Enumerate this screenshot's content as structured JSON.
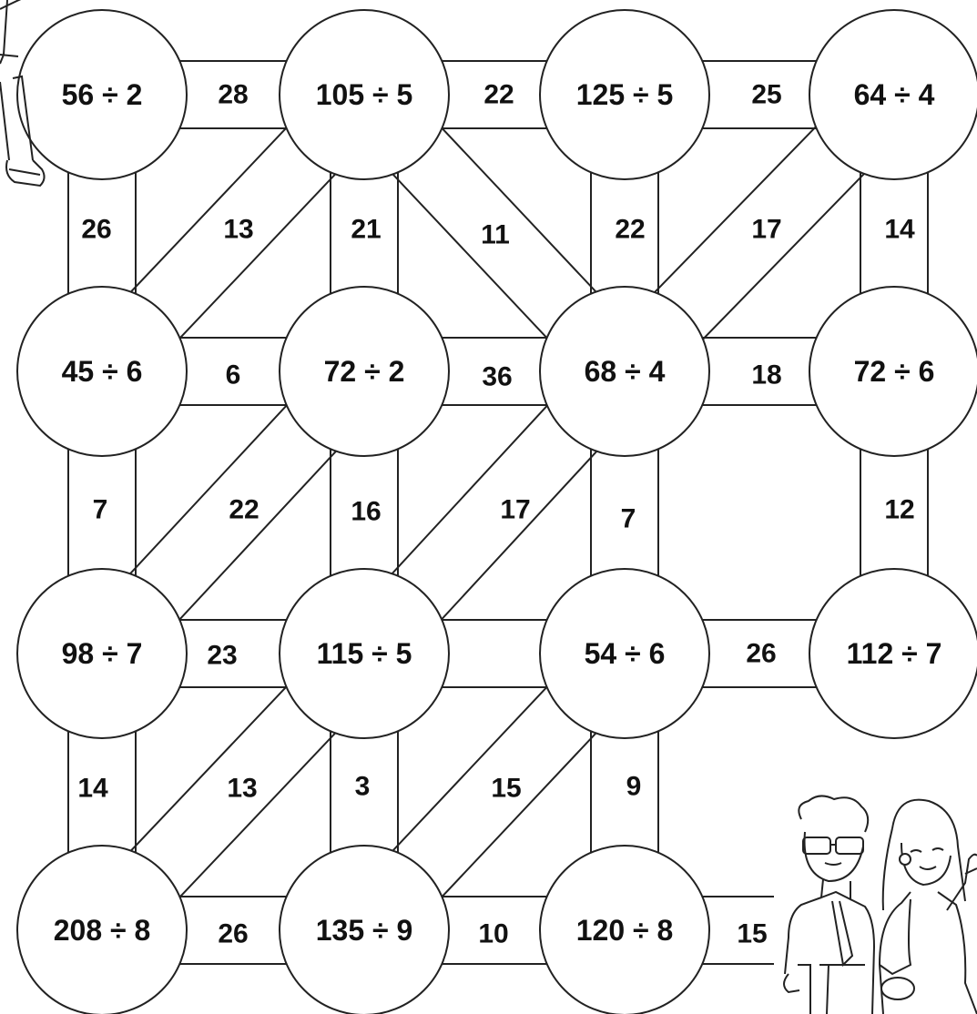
{
  "puzzle": {
    "nodes": [
      {
        "id": "r0c0",
        "label": "56 ÷ 2"
      },
      {
        "id": "r0c1",
        "label": "105 ÷ 5"
      },
      {
        "id": "r0c2",
        "label": "125 ÷ 5"
      },
      {
        "id": "r0c3",
        "label": "64 ÷ 4"
      },
      {
        "id": "r1c0",
        "label": "45 ÷ 6"
      },
      {
        "id": "r1c1",
        "label": "72 ÷ 2"
      },
      {
        "id": "r1c2",
        "label": "68 ÷ 4"
      },
      {
        "id": "r1c3",
        "label": "72 ÷ 6"
      },
      {
        "id": "r2c0",
        "label": "98 ÷ 7"
      },
      {
        "id": "r2c1",
        "label": "115 ÷ 5"
      },
      {
        "id": "r2c2",
        "label": "54 ÷ 6"
      },
      {
        "id": "r2c3",
        "label": "112 ÷ 7"
      },
      {
        "id": "r3c0",
        "label": "208 ÷ 8"
      },
      {
        "id": "r3c1",
        "label": "135 ÷ 9"
      },
      {
        "id": "r3c2",
        "label": "120 ÷ 8"
      }
    ],
    "paths": [
      {
        "from": "r0c0",
        "to": "r0c1",
        "label": "28"
      },
      {
        "from": "r0c1",
        "to": "r0c2",
        "label": "22"
      },
      {
        "from": "r0c2",
        "to": "r0c3",
        "label": "25"
      },
      {
        "from": "r0c0",
        "to": "r1c0",
        "label": "26"
      },
      {
        "from": "r0c1",
        "to": "r1c0",
        "label": "13"
      },
      {
        "from": "r0c1",
        "to": "r1c1",
        "label": "21"
      },
      {
        "from": "r0c1",
        "to": "r1c2",
        "label": "11"
      },
      {
        "from": "r0c2",
        "to": "r1c2",
        "label": "22"
      },
      {
        "from": "r0c3",
        "to": "r1c2",
        "label": "17"
      },
      {
        "from": "r0c3",
        "to": "r1c3",
        "label": "14"
      },
      {
        "from": "r1c0",
        "to": "r1c1",
        "label": "6"
      },
      {
        "from": "r1c1",
        "to": "r1c2",
        "label": "36"
      },
      {
        "from": "r1c2",
        "to": "r1c3",
        "label": "18"
      },
      {
        "from": "r1c0",
        "to": "r2c0",
        "label": "7"
      },
      {
        "from": "r1c1",
        "to": "r2c0",
        "label": "22"
      },
      {
        "from": "r1c1",
        "to": "r2c1",
        "label": "16"
      },
      {
        "from": "r1c2",
        "to": "r2c1",
        "label": "17"
      },
      {
        "from": "r1c2",
        "to": "r2c2",
        "label": "7"
      },
      {
        "from": "r1c3",
        "to": "r2c3",
        "label": "12"
      },
      {
        "from": "r2c0",
        "to": "r2c1",
        "label": "23"
      },
      {
        "from": "r2c1",
        "to": "r2c2",
        "label": ""
      },
      {
        "from": "r2c2",
        "to": "r2c3",
        "label": "26"
      },
      {
        "from": "r2c0",
        "to": "r3c0",
        "label": "14"
      },
      {
        "from": "r2c1",
        "to": "r3c0",
        "label": "13"
      },
      {
        "from": "r2c1",
        "to": "r3c1",
        "label": "3"
      },
      {
        "from": "r2c2",
        "to": "r3c1",
        "label": "15"
      },
      {
        "from": "r2c2",
        "to": "r3c2",
        "label": "9"
      },
      {
        "from": "r3c0",
        "to": "r3c1",
        "label": "26"
      },
      {
        "from": "r3c1",
        "to": "r3c2",
        "label": "10"
      },
      {
        "from": "r3c2",
        "to": "exit",
        "label": "15"
      }
    ]
  }
}
